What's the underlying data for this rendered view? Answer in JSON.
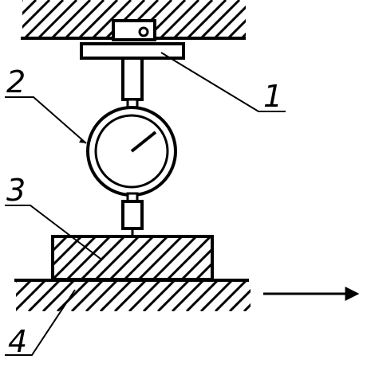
{
  "diagram": {
    "labels": {
      "l1": "1",
      "l2": "2",
      "l3": "3",
      "l4": "4"
    },
    "colors": {
      "ink": "#000000",
      "paper": "#ffffff"
    },
    "icons": {
      "arrow": "right-arrow-icon"
    }
  }
}
